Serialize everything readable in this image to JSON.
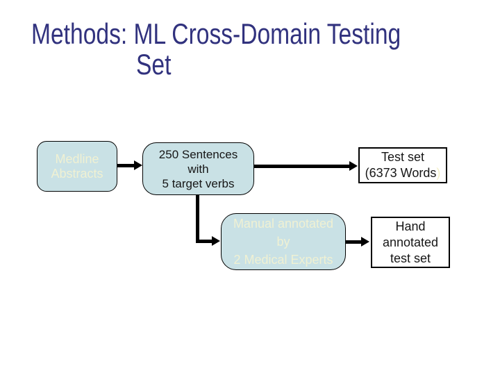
{
  "slide": {
    "title": {
      "line1": "Methods: ML Cross-Domain Testing",
      "line2": "Set"
    }
  },
  "colors": {
    "background": "#ffffff",
    "title_text": "#31327e",
    "node_fill": "#c9e1e5",
    "node_border": "#000000",
    "cream_text": "#f0f1d3",
    "dark_text": "#161616",
    "arrow": "#000000",
    "faint_paren": "#f3efc7"
  },
  "diagram": {
    "nodes": [
      {
        "id": "medline",
        "shape": "rounded",
        "lines": [
          "Medline",
          "Abstracts"
        ]
      },
      {
        "id": "sentences",
        "shape": "rounded",
        "lines": [
          "250 Sentences",
          "with",
          "5 target verbs"
        ]
      },
      {
        "id": "testset",
        "shape": "rectangle",
        "lines": [
          "Test set",
          "(6373 Words"
        ],
        "paren_suffix": ")"
      },
      {
        "id": "manual",
        "shape": "rounded",
        "lines": [
          "Manual annotated",
          "by",
          "2 Medical Experts"
        ]
      },
      {
        "id": "hand",
        "shape": "rectangle",
        "lines": [
          "Hand",
          "annotated",
          "test set"
        ]
      }
    ],
    "edges": [
      {
        "from": "medline",
        "to": "sentences",
        "type": "straight"
      },
      {
        "from": "sentences",
        "to": "testset",
        "type": "straight"
      },
      {
        "from": "sentences",
        "to": "manual",
        "type": "elbow"
      },
      {
        "from": "manual",
        "to": "hand",
        "type": "straight"
      }
    ]
  }
}
